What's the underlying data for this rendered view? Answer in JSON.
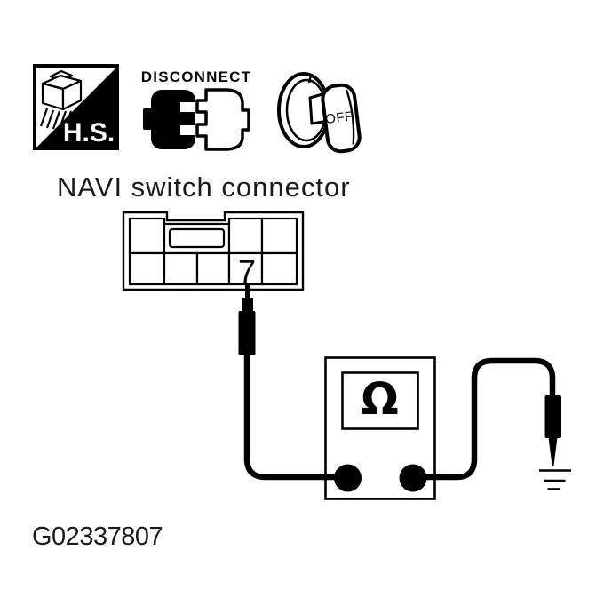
{
  "colors": {
    "ink": "#000000",
    "paper": "#ffffff"
  },
  "badges": {
    "hand_tool": {
      "label": "H.S."
    },
    "disconnect": {
      "label": "DISCONNECT"
    },
    "ignition_key": {
      "label": "OFF"
    }
  },
  "diagram": {
    "title": "NAVI switch connector",
    "connector_pin": "7",
    "meter_symbol": "Ω",
    "figure_id": "G02337807"
  }
}
